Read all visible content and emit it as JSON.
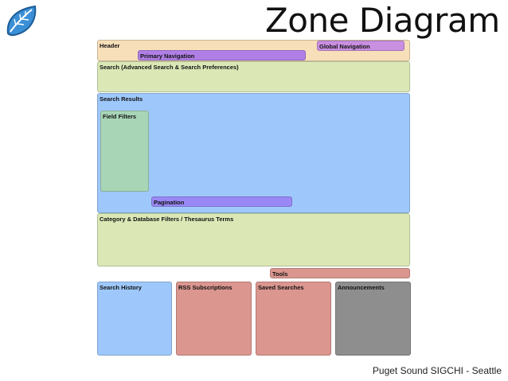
{
  "title": "Zone Diagram",
  "footer": "Puget Sound SIGCHI - Seattle",
  "colors": {
    "header": "#f7dfb9",
    "global_navigation": "#c98fe0",
    "primary_navigation": "#b07fe6",
    "search": "#dbe8b6",
    "search_results": "#9ec8fb",
    "field_filters": "#a8d5b6",
    "pagination": "#9a88f5",
    "category_filters": "#dbe8b6",
    "tools": "#da968f",
    "search_history": "#9ec8fb",
    "rss_subscriptions": "#da968f",
    "saved_searches": "#da968f",
    "announcements": "#8e8e8e",
    "logo_fill": "#3a8fd6"
  },
  "zones": {
    "header": "Header",
    "global_navigation": "Global Navigation",
    "primary_navigation": "Primary Navigation",
    "search": "Search (Advanced Search & Search Preferences)",
    "search_results": "Search Results",
    "field_filters": "Field Filters",
    "pagination": "Pagination",
    "category_filters": "Category & Database Filters / Thesaurus Terms",
    "tools": "Tools",
    "search_history": "Search History",
    "rss_subscriptions": "RSS Subscriptions",
    "saved_searches": "Saved Searches",
    "announcements": "Announcements"
  },
  "logo_icon": "leaf-icon"
}
